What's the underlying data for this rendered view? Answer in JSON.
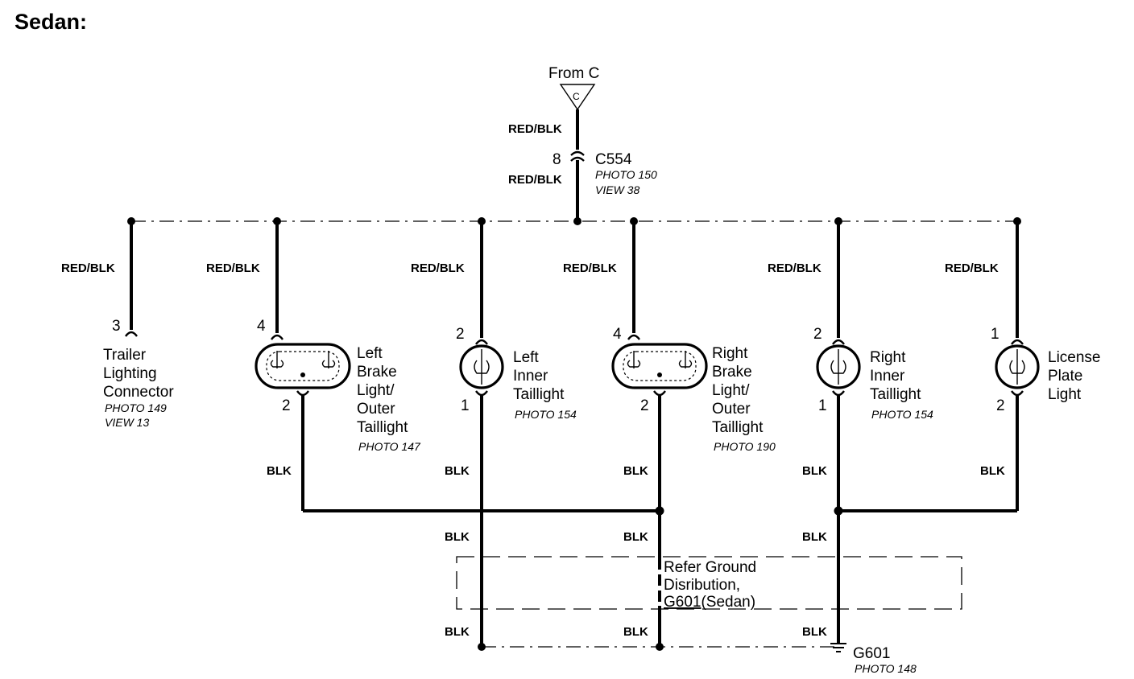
{
  "title": "Sedan:",
  "source": {
    "label": "From C",
    "connector_letter": "C",
    "wire_above": "RED/BLK",
    "wire_below": "RED/BLK",
    "connector": {
      "pin": "8",
      "name": "C554",
      "photo": "PHOTO 150",
      "view": "VIEW 38"
    }
  },
  "components": [
    {
      "id": "trailer",
      "wire_top": "RED/BLK",
      "pin_top": "3",
      "lines": [
        "Trailer",
        "Lighting",
        "Connector"
      ],
      "photo": "PHOTO 149",
      "view": "VIEW 13"
    },
    {
      "id": "left-brake",
      "wire_top": "RED/BLK",
      "pin_top": "4",
      "pin_bottom": "2",
      "wire_bottom": "BLK",
      "lines": [
        "Left",
        "Brake",
        "Light/",
        "Outer",
        "Taillight"
      ],
      "photo": "PHOTO 147"
    },
    {
      "id": "left-inner",
      "wire_top": "RED/BLK",
      "pin_top": "2",
      "pin_bottom": "1",
      "wire_bottom": "BLK",
      "lines": [
        "Left",
        "Inner",
        "Taillight"
      ],
      "photo": "PHOTO 154"
    },
    {
      "id": "right-brake",
      "wire_top": "RED/BLK",
      "pin_top": "4",
      "pin_bottom": "2",
      "wire_bottom": "BLK",
      "lines": [
        "Right",
        "Brake",
        "Light/",
        "Outer",
        "Taillight"
      ],
      "photo": "PHOTO 190"
    },
    {
      "id": "right-inner",
      "wire_top": "RED/BLK",
      "pin_top": "2",
      "pin_bottom": "1",
      "wire_bottom": "BLK",
      "lines": [
        "Right",
        "Inner",
        "Taillight"
      ],
      "photo": "PHOTO 154"
    },
    {
      "id": "license",
      "wire_top": "RED/BLK",
      "pin_top": "1",
      "pin_bottom": "2",
      "wire_bottom": "BLK",
      "lines": [
        "License",
        "Plate",
        "Light"
      ],
      "photo": ""
    }
  ],
  "ground_wires": {
    "mid": "BLK",
    "lower": "BLK"
  },
  "reference_box": {
    "line1": "Refer Ground",
    "line2": "Disribution,",
    "line3_link": "G601",
    "line3_rest": "(Sedan)"
  },
  "ground": {
    "name": "G601",
    "photo": "PHOTO 148"
  }
}
